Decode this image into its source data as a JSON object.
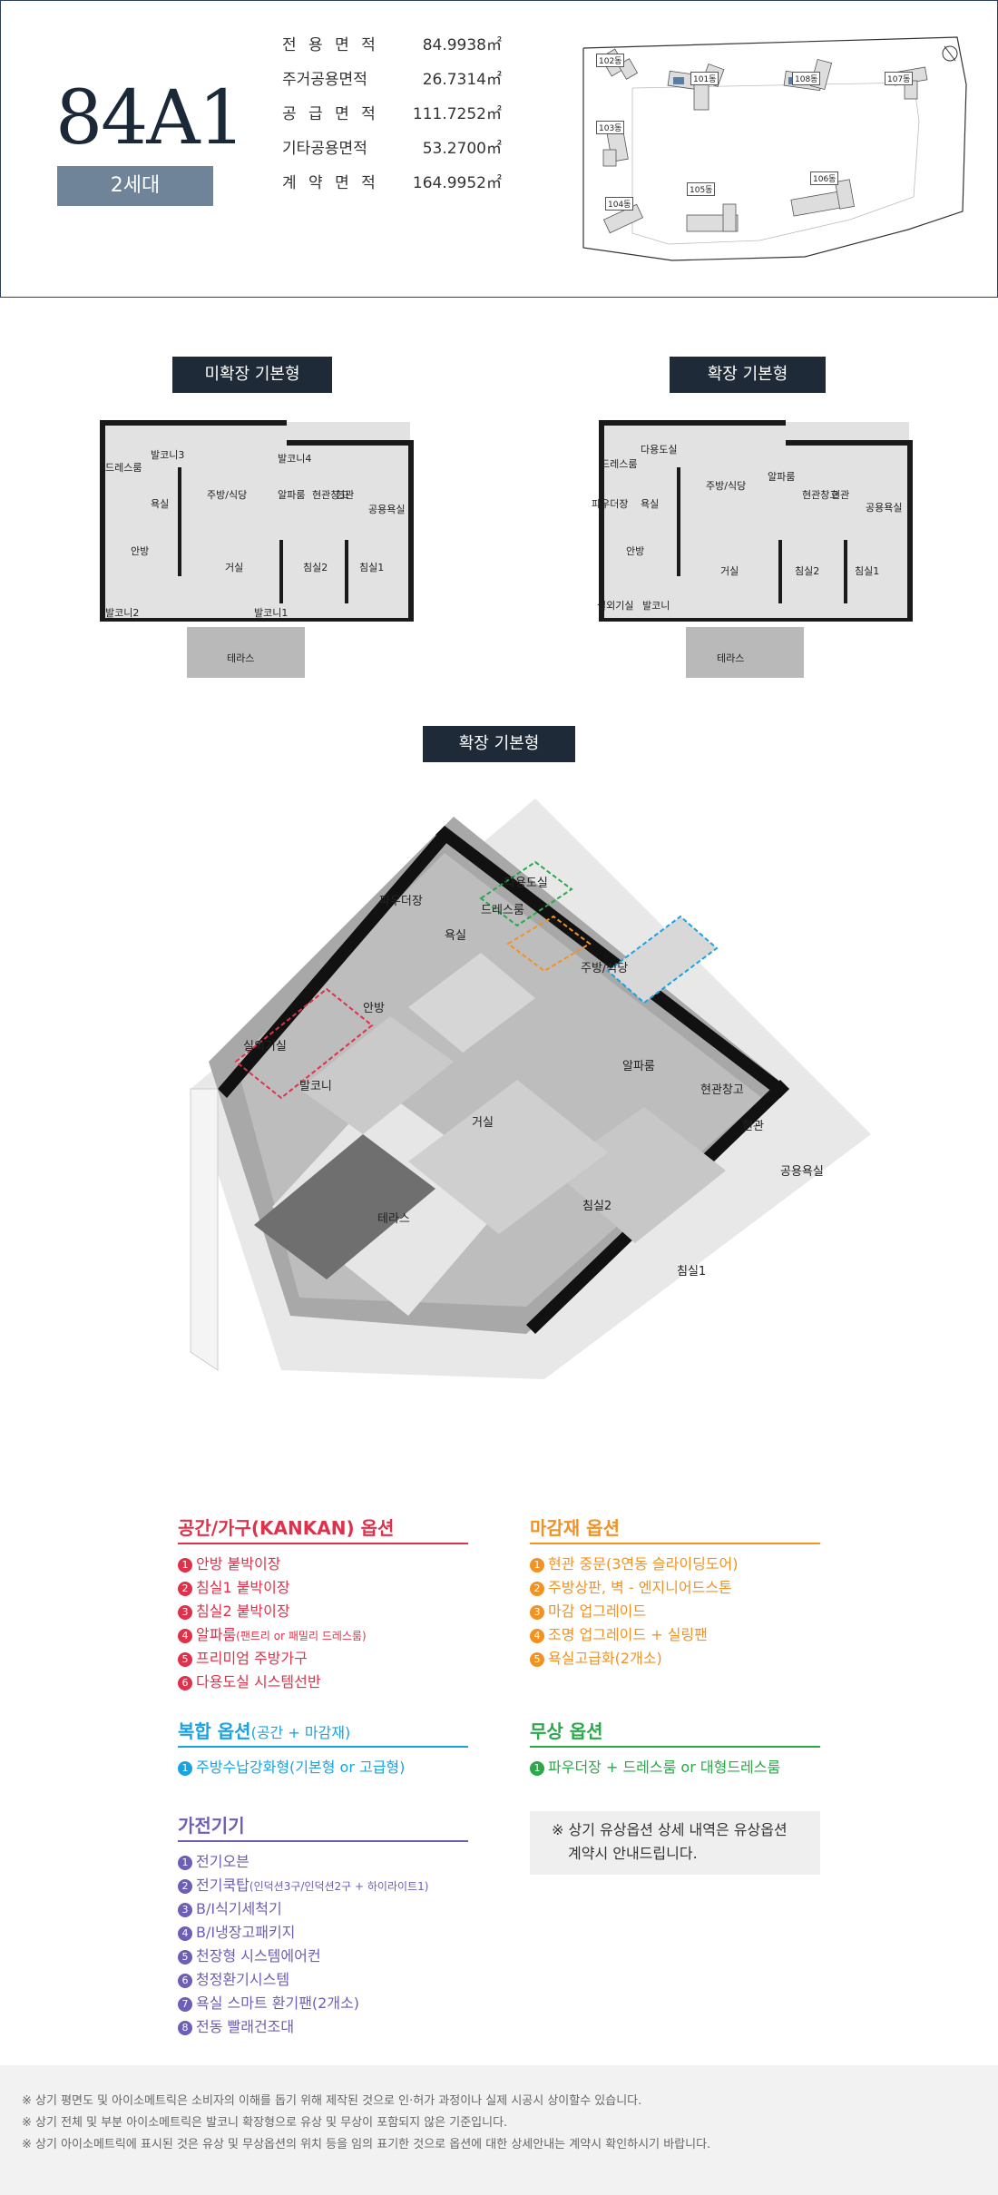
{
  "unit": {
    "type_code": "84A1",
    "households": "2세대"
  },
  "areas": [
    {
      "label": "전 용 면 적",
      "value": "84.9938㎡"
    },
    {
      "label": "주거공용면적",
      "value": "26.7314㎡"
    },
    {
      "label": "공 급 면 적",
      "value": "111.7252㎡"
    },
    {
      "label": "기타공용면적",
      "value": "53.2700㎡"
    },
    {
      "label": "계 약 면 적",
      "value": "164.9952㎡"
    }
  ],
  "site_map": {
    "buildings": [
      "102동",
      "101동",
      "108동",
      "107동",
      "103동",
      "104동",
      "105동",
      "106동"
    ]
  },
  "plans": {
    "unextended_title": "미확장 기본형",
    "extended_title": "확장 기본형",
    "isometric_title": "확장 기본형",
    "unextended_rooms": [
      "발코니3",
      "드레스룸",
      "욕실",
      "주방/식당",
      "알파룸",
      "발코니4",
      "현관창고",
      "현관",
      "공용욕실",
      "안방",
      "거실",
      "침실2",
      "침실1",
      "발코니2",
      "발코니1",
      "테라스"
    ],
    "extended_rooms": [
      "다용도실",
      "드레스룸",
      "파우더장",
      "욕실",
      "주방/식당",
      "알파룸",
      "현관창고",
      "현관",
      "공용욕실",
      "안방",
      "거실",
      "침실2",
      "침실1",
      "실외기실",
      "발코니",
      "테라스"
    ],
    "iso_rooms": [
      "드레스룸",
      "파우더장",
      "다용도실",
      "욕실",
      "주방/식당",
      "안방",
      "알파룸",
      "현관창고",
      "현관",
      "실외기실",
      "발코니",
      "거실",
      "공용욕실",
      "침실2",
      "침실1",
      "테라스"
    ]
  },
  "options": {
    "space": {
      "title": "공간/가구(KANKAN) 옵션",
      "color": "#e0314b",
      "items": [
        {
          "num": "1",
          "text": "안방 붙박이장",
          "note": ""
        },
        {
          "num": "2",
          "text": "침실1 붙박이장",
          "note": ""
        },
        {
          "num": "3",
          "text": "침실2 붙박이장",
          "note": ""
        },
        {
          "num": "4",
          "text": "알파룸",
          "note": "(팬트리 or 패밀리 드레스룸)"
        },
        {
          "num": "5",
          "text": "프리미엄 주방가구",
          "note": ""
        },
        {
          "num": "6",
          "text": "다용도실 시스템선반",
          "note": ""
        }
      ]
    },
    "finish": {
      "title": "마감재 옵션",
      "color": "#f29222",
      "items": [
        {
          "num": "1",
          "text": "현관 중문(3연동 슬라이딩도어)"
        },
        {
          "num": "2",
          "text": "주방상판, 벽 - 엔지니어드스톤"
        },
        {
          "num": "3",
          "text": "마감 업그레이드"
        },
        {
          "num": "4",
          "text": "조명 업그레이드 + 실링팬"
        },
        {
          "num": "5",
          "text": "욕실고급화(2개소)"
        }
      ]
    },
    "combo": {
      "title": "복합 옵션",
      "title_note": "(공간 + 마감재)",
      "color": "#1aa3e0",
      "items": [
        {
          "num": "1",
          "text": "주방수납강화형(기본형 or 고급형)"
        }
      ]
    },
    "free": {
      "title": "무상 옵션",
      "color": "#2aa84a",
      "items": [
        {
          "num": "1",
          "text": "파우더장 + 드레스룸 or 대형드레스룸"
        }
      ]
    },
    "appliance": {
      "title": "가전기기",
      "color": "#6c5fb5",
      "items": [
        {
          "num": "1",
          "text": "전기오븐",
          "note": ""
        },
        {
          "num": "2",
          "text": "전기쿡탑",
          "note": "(인덕션3구/인덕션2구 + 하이라이트1)"
        },
        {
          "num": "3",
          "text": "B/I식기세척기",
          "note": ""
        },
        {
          "num": "4",
          "text": "B/I냉장고패키지",
          "note": ""
        },
        {
          "num": "5",
          "text": "천장형 시스템에어컨",
          "note": ""
        },
        {
          "num": "6",
          "text": "청정환기시스템",
          "note": ""
        },
        {
          "num": "7",
          "text": "욕실 스마트 환기팬(2개소)",
          "note": ""
        },
        {
          "num": "8",
          "text": "전동 빨래건조대",
          "note": ""
        }
      ]
    }
  },
  "notice": {
    "line1": "※ 상기 유상옵션 상세 내역은 유상옵션",
    "line2": "계약시 안내드립니다."
  },
  "footer": [
    "※ 상기 평면도 및 아이소메트릭은 소비자의 이해를 돕기 위해 제작된 것으로 인·허가 과정이나 실제 시공시 상이할수 있습니다.",
    "※ 상기 전체 및 부분 아이소메트릭은 발코니 확장형으로 유상 및 무상이 포함되지 않은 기준입니다.",
    "※ 상기 아이소메트릭에 표시된 것은 유상 및 무상옵션의 위치 등을 임의 표기한 것으로 옵션에 대한 상세안내는 계약시 확인하시기 바랍니다."
  ]
}
